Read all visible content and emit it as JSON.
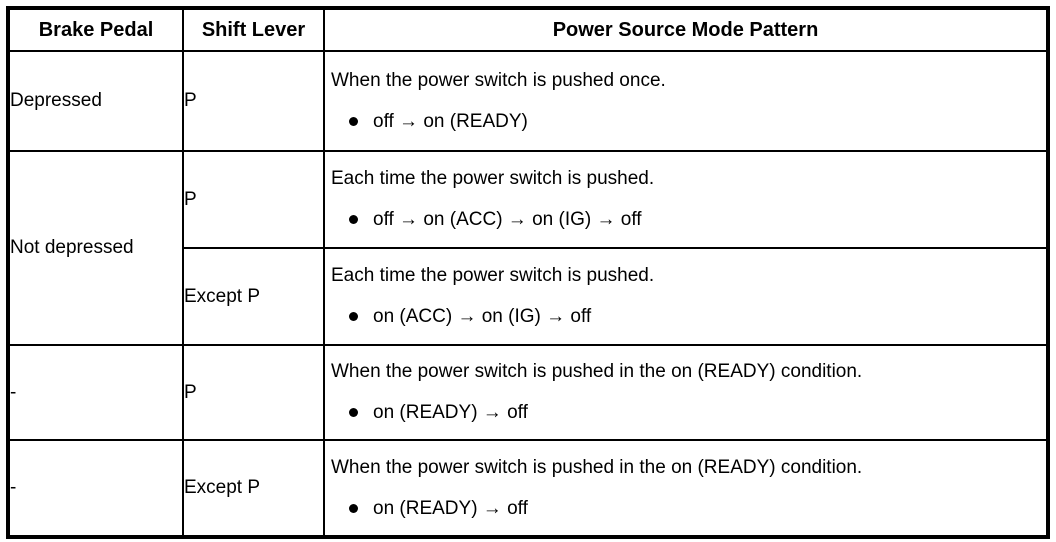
{
  "table": {
    "columns": [
      {
        "key": "brake_pedal",
        "label": "Brake Pedal"
      },
      {
        "key": "shift_lever",
        "label": "Shift Lever"
      },
      {
        "key": "power_source_mode_pattern",
        "label": "Power Source Mode Pattern"
      }
    ],
    "rows": [
      {
        "brake_pedal": "Depressed",
        "shift_lever": "P",
        "condition": "When the power switch is pushed once.",
        "bullet": "off → on (READY)",
        "bullet_icon": "filled-circle-bullet"
      },
      {
        "brake_pedal": "Not depressed",
        "shift_lever": "P",
        "condition": "Each time the power switch is pushed.",
        "bullet": "off → on (ACC) → on (IG) → off",
        "bullet_icon": "filled-circle-bullet"
      },
      {
        "brake_pedal": "",
        "shift_lever": "Except P",
        "condition": "Each time the power switch is pushed.",
        "bullet": "on (ACC) → on (IG) → off",
        "bullet_icon": "filled-circle-bullet"
      },
      {
        "brake_pedal": "-",
        "shift_lever": "P",
        "condition": "When the power switch is pushed in the on (READY) condition.",
        "bullet": "on (READY) → off",
        "bullet_icon": "filled-circle-bullet"
      },
      {
        "brake_pedal": "-",
        "shift_lever": "Except P",
        "condition": "When the power switch is pushed in the on (READY) condition.",
        "bullet": "on (READY) → off",
        "bullet_icon": "filled-circle-bullet"
      }
    ],
    "colors": {
      "border": "#000000",
      "text": "#000000",
      "background": "#ffffff"
    }
  }
}
